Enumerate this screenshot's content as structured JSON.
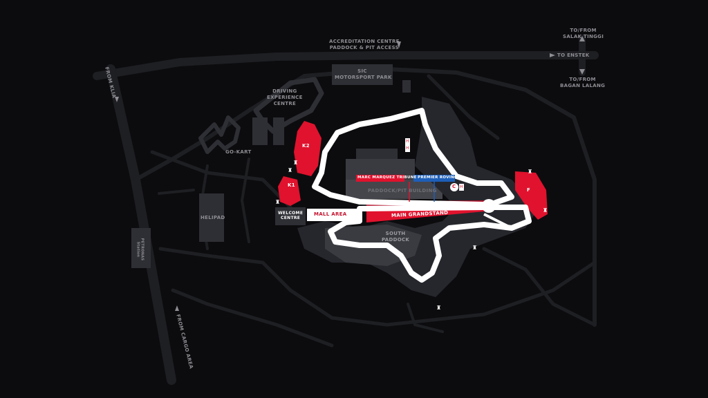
{
  "labels": {
    "accreditation_line1": "ACCREDITATION CENTRE",
    "accreditation_line2": "PADDOCK & PIT ACCESS",
    "salak_line1": "TO/FROM",
    "salak_line2": "SALAK TINGGI",
    "to_enstek": "TO ENSTEK",
    "bagan_line1": "TO/FROM",
    "bagan_line2": "BAGAN LALANG",
    "from_klia": "FROM KLIA",
    "from_cargo": "FROM CARGO AREA",
    "sic_line1": "SIC",
    "sic_line2": "MOTORSPORT PARK",
    "driving_line1": "DRIVING",
    "driving_line2": "EXPERIENCE",
    "driving_line3": "CENTRE",
    "go_kart": "GO-KART",
    "helipad": "HELIPAD",
    "petronas_line1": "PETRONAS",
    "petronas_line2": "Station",
    "welcome_line1": "WELCOME",
    "welcome_line2": "CENTRE",
    "mall_area": "MALL AREA",
    "main_grandstand": "MAIN GRANDSTAND",
    "south_line1": "SOUTH",
    "south_line2": "PADDOCK",
    "paddock_building": "PADDOCK/PIT BUILDING",
    "marc_marquez": "MARC MARQUEZ TRIBUNE",
    "premier_roving": "PREMIER ROVING",
    "k1": "K1",
    "k2": "K2",
    "f": "F"
  },
  "icons": {
    "toilet": "H",
    "grandstand_marker": "♜",
    "logo": "C"
  },
  "colors": {
    "background": "#0c0c0e",
    "road": "#1e1f23",
    "track": "#ffffff",
    "stand": "#e0122d",
    "premier": "#1d5fb8"
  }
}
